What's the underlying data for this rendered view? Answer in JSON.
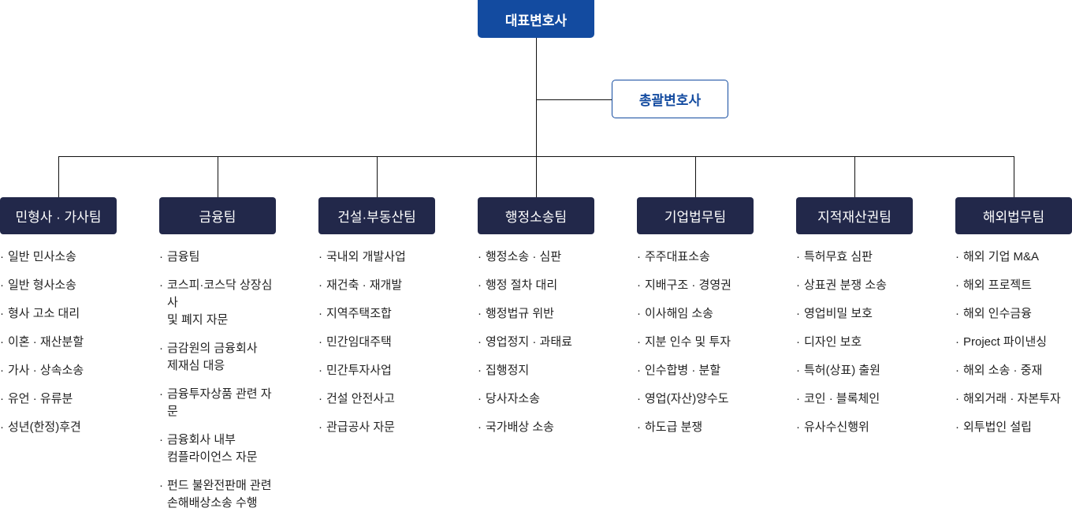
{
  "ceo": "대표변호사",
  "general_manager": "총괄변호사",
  "colors": {
    "primary": "#134ba0",
    "team_box": "#22284a"
  },
  "teams": [
    {
      "name": "민형사 · 가사팀",
      "items": [
        "일반 민사소송",
        "일반 형사소송",
        "형사 고소 대리",
        "이혼 · 재산분할",
        "가사 · 상속소송",
        "유언 · 유류분",
        "성년(한정)후견"
      ]
    },
    {
      "name": "금융팀",
      "items": [
        "금융팀",
        "코스피·코스닥 상장심사\n및 폐지 자문",
        "금감원의 금융회사\n제재심 대응",
        "금융투자상품 관련 자문",
        "금융회사 내부\n컴플라이언스 자문",
        "펀드 불완전판매 관련\n손해배상소송 수행"
      ]
    },
    {
      "name": "건설·부동산팀",
      "items": [
        "국내외 개발사업",
        "재건축 · 재개발",
        "지역주택조합",
        "민간임대주택",
        "민간투자사업",
        "건설 안전사고",
        "관급공사 자문"
      ]
    },
    {
      "name": "행정소송팀",
      "items": [
        "행정소송 · 심판",
        "행정 절차 대리",
        "행정법규 위반",
        "영업정지 · 과태료",
        "집행정지",
        "당사자소송",
        "국가배상 소송"
      ]
    },
    {
      "name": "기업법무팀",
      "items": [
        "주주대표소송",
        "지배구조 · 경영권",
        "이사해임 소송",
        "지분 인수 및 투자",
        "인수합병 · 분할",
        "영업(자산)양수도",
        "하도급 분쟁"
      ]
    },
    {
      "name": "지적재산권팀",
      "items": [
        "특허무효 심판",
        "상표권 분쟁 소송",
        "영업비밀 보호",
        "디자인 보호",
        "특허(상표) 출원",
        "코인 · 블록체인",
        "유사수신행위"
      ]
    },
    {
      "name": "해외법무팀",
      "items": [
        "해외 기업 M&A",
        "해외 프로젝트",
        "해외 인수금융",
        "Project 파이낸싱",
        "해외 소송 · 중재",
        "해외거래 · 자본투자",
        "외투법인 설립"
      ]
    }
  ]
}
